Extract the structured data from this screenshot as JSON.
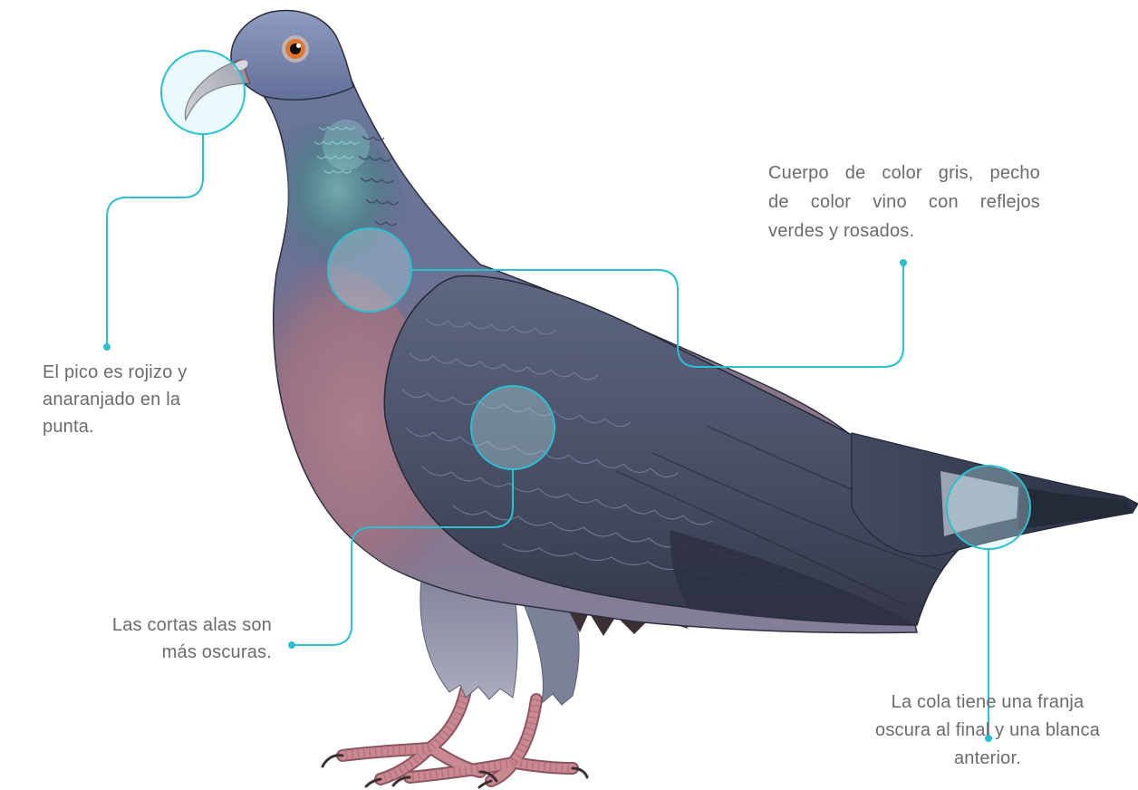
{
  "colors": {
    "accent": "#29c0cf",
    "label_text": "#6b6b6b",
    "background": "#ffffff"
  },
  "callouts": {
    "beak": {
      "lines": [
        "El pico es rojizo y",
        "anaranjado en la",
        "punta."
      ]
    },
    "body": {
      "lines": [
        "Cuerpo de color gris, pecho",
        "de color vino con reflejos",
        "verdes y rosados."
      ]
    },
    "wings": {
      "lines": [
        "Las cortas alas son",
        "más oscuras."
      ]
    },
    "tail": {
      "lines": [
        "La cola tiene una franja",
        "oscura al final y una blanca",
        "anterior."
      ]
    }
  }
}
